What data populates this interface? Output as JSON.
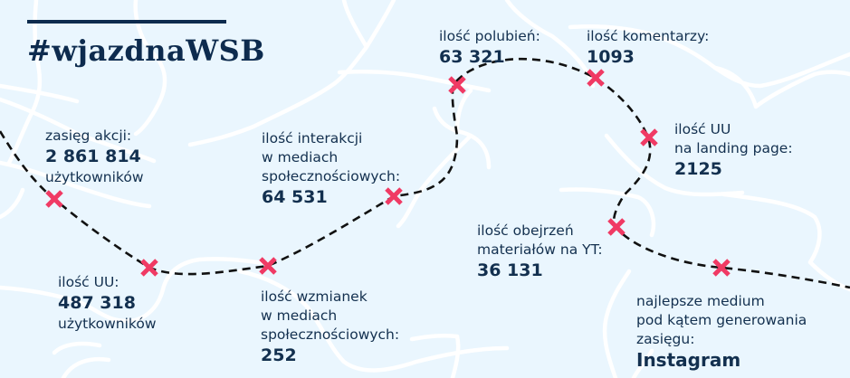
{
  "header": {
    "title": "#wjazdnaWSB"
  },
  "stats": [
    {
      "id": "reach",
      "label_lines": [
        "zasięg akcji:"
      ],
      "value": "2 861 814",
      "suffix": "użytkowników"
    },
    {
      "id": "unique_users",
      "label_lines": [
        "ilość UU:"
      ],
      "value": "487 318",
      "suffix": "użytkowników"
    },
    {
      "id": "interactions",
      "label_lines": [
        "ilość interakcji",
        "w mediach",
        "społecznościowych:"
      ],
      "value": "64 531"
    },
    {
      "id": "mentions",
      "label_lines": [
        "ilość wzmianek",
        "w mediach",
        "społecznościowych:"
      ],
      "value": "252"
    },
    {
      "id": "likes",
      "label_lines": [
        "ilość polubień:"
      ],
      "value": "63 321"
    },
    {
      "id": "comments",
      "label_lines": [
        "ilość komentarzy:"
      ],
      "value": "1093"
    },
    {
      "id": "landing_uu",
      "label_lines": [
        "ilość UU",
        "na landing page:"
      ],
      "value": "2125"
    },
    {
      "id": "yt_views",
      "label_lines": [
        "ilość obejrzeń",
        "materiałów na YT:"
      ],
      "value": "36 131"
    },
    {
      "id": "best_medium",
      "label_lines": [
        "najlepsze medium",
        "pod kątem generowania",
        "zasięgu:"
      ],
      "value": "Instagram"
    }
  ],
  "colors": {
    "background": "#eaf6fe",
    "roads": "#ffffff",
    "text": "#13304f",
    "title": "#0d2b4e",
    "marker": "#f03a64",
    "route": "#111111"
  },
  "icons": {
    "marker": "x-mark-icon"
  }
}
